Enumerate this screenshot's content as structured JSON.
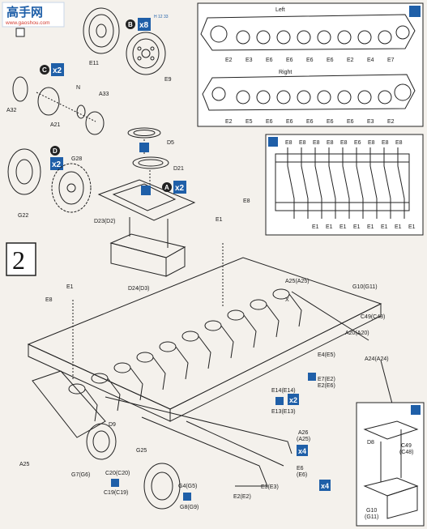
{
  "watermark": {
    "brand": "高手网",
    "url": "www.gaoshou.com"
  },
  "step_number": "2",
  "colors": {
    "accent": "#1f5fa8",
    "line": "#222222",
    "paper": "#f4f1ec"
  },
  "icons": {
    "sprue_b": "B",
    "sprue_c": "C",
    "sprue_d": "D",
    "sprue_a": "A",
    "x8": "x8",
    "x2": "x2",
    "x4": "x4",
    "h_ref": "H 12 33"
  },
  "top_left": {
    "E11": "E11",
    "E9": "E9",
    "A32": "A32",
    "N": "N",
    "A33": "A33",
    "A21": "A21",
    "G28": "G28",
    "G22": "G22",
    "D5": "D5",
    "D21": "D21",
    "D23": "D23(D2)",
    "D24": "D24(D3)"
  },
  "inset_tracks": {
    "left_title": "Left",
    "right_title": "Right",
    "left_parts": [
      "E2",
      "E3",
      "E6",
      "E6",
      "E6",
      "E6",
      "E2",
      "E4",
      "E7"
    ],
    "right_parts": [
      "E2",
      "E5",
      "E6",
      "E6",
      "E6",
      "E6",
      "E6",
      "E3",
      "E2"
    ]
  },
  "inset_arms": {
    "top": [
      "E8",
      "E8",
      "E8",
      "E8",
      "E8",
      "E6",
      "E8",
      "E8",
      "E8"
    ],
    "bottom": [
      "E1",
      "E1",
      "E1",
      "E1",
      "E1",
      "E1",
      "E1",
      "E1"
    ]
  },
  "main": {
    "E8": "E8",
    "E1": "E1",
    "A25": "A25(A25)",
    "X": "X",
    "G10": "G10(G11)",
    "C49": "C49(C48)",
    "A20": "A20(A20)",
    "A24": "A24(A24)",
    "E4": "E4(E5)",
    "E7": "E7(E2)",
    "E2": "E2(E6)",
    "E14": "E14(E14)",
    "E13": "E13(E13)",
    "D9": "D9",
    "G25": "G25",
    "A25b": "A25",
    "G7": "G7(G6)",
    "C20": "C20(C20)",
    "C19": "C19(C19)",
    "G4": "G4(G5)",
    "G8": "G8(G9)",
    "A26": "A26",
    "A26b": "(A25)",
    "E6": "E6",
    "E6b": "(E6)",
    "E2b": "E2(E2)",
    "E3": "E3(E3)"
  },
  "inset_small": {
    "D8": "D8",
    "C49": "C49",
    "C48": "(C48)",
    "G10": "G10",
    "G11": "(G11)"
  }
}
